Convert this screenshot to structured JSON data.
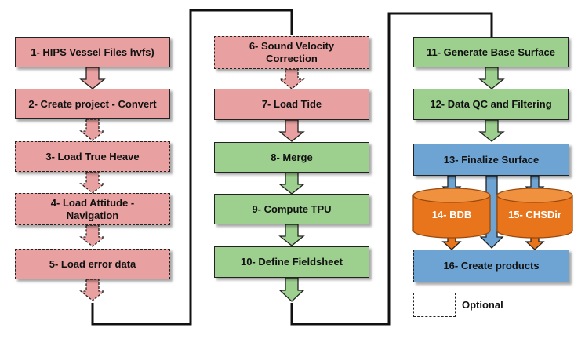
{
  "steps": {
    "s1": "1- HIPS Vessel Files  hvfs)",
    "s2": "2- Create project - Convert",
    "s3": "3- Load True Heave",
    "s4": "4- Load Attitude - Navigation",
    "s5": "5- Load error data",
    "s6": "6- Sound Velocity Correction",
    "s7": "7- Load Tide",
    "s8": "8- Merge",
    "s9": "9- Compute TPU",
    "s10": "10- Define Fieldsheet",
    "s11": "11- Generate Base Surface",
    "s12": "12- Data QC and Filtering",
    "s13": "13- Finalize Surface",
    "s14": "14- BDB",
    "s15": "15- CHSDir",
    "s16": "16- Create products"
  },
  "legend": {
    "optional": "Optional"
  },
  "colors": {
    "pink": "#e8a0a0",
    "green": "#9dd08e",
    "blue": "#6ea4d3",
    "orange": "#e8741c",
    "arrow_pink": "#e8a0a0",
    "arrow_green": "#9dd08e",
    "arrow_blue": "#6ea4d3"
  }
}
